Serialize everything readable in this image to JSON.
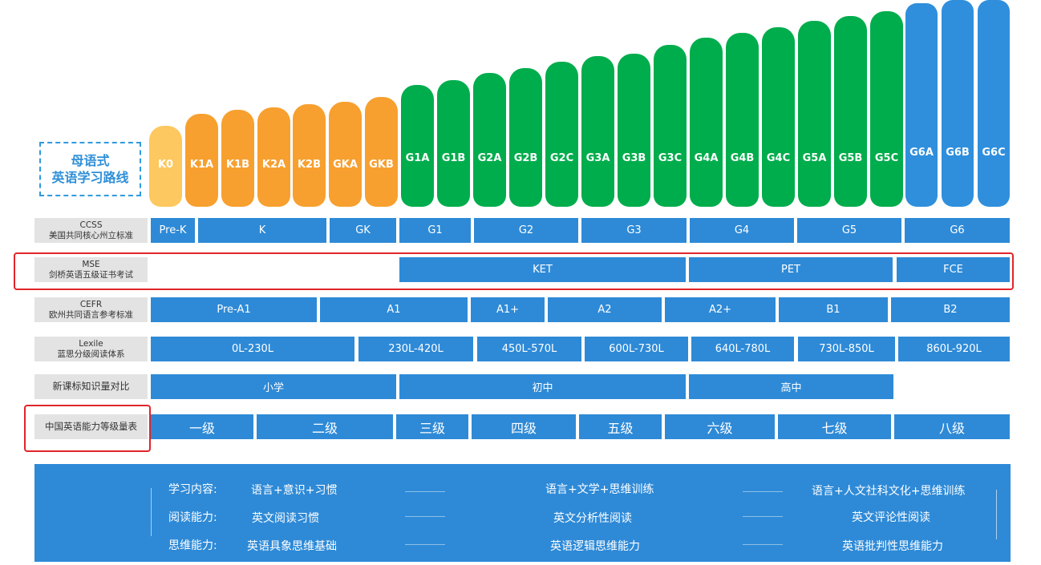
{
  "title": {
    "line1": "母语式",
    "line2": "英语学习路线"
  },
  "colors": {
    "yellow": "#fdc85f",
    "orange": "#f7a02f",
    "green": "#00ad4c",
    "blue": "#2f8fdc",
    "cell": "#2e8ad7",
    "red": "#e0252a"
  },
  "levels": [
    {
      "label": "K0",
      "color": "yellow"
    },
    {
      "label": "K1A",
      "color": "orange"
    },
    {
      "label": "K1B",
      "color": "orange"
    },
    {
      "label": "K2A",
      "color": "orange"
    },
    {
      "label": "K2B",
      "color": "orange"
    },
    {
      "label": "GKA",
      "color": "orange"
    },
    {
      "label": "GKB",
      "color": "orange"
    },
    {
      "label": "G1A",
      "color": "green"
    },
    {
      "label": "G1B",
      "color": "green"
    },
    {
      "label": "G2A",
      "color": "green"
    },
    {
      "label": "G2B",
      "color": "green"
    },
    {
      "label": "G2C",
      "color": "green"
    },
    {
      "label": "G3A",
      "color": "green"
    },
    {
      "label": "G3B",
      "color": "green"
    },
    {
      "label": "G3C",
      "color": "green"
    },
    {
      "label": "G4A",
      "color": "green"
    },
    {
      "label": "G4B",
      "color": "green"
    },
    {
      "label": "G4C",
      "color": "green"
    },
    {
      "label": "G5A",
      "color": "green"
    },
    {
      "label": "G5B",
      "color": "green"
    },
    {
      "label": "G5C",
      "color": "green"
    },
    {
      "label": "G6A",
      "color": "blue"
    },
    {
      "label": "G6B",
      "color": "blue"
    },
    {
      "label": "G6C",
      "color": "blue"
    }
  ],
  "rows": {
    "ccss": {
      "label1": "CCSS",
      "label2": "美国共同核心州立标准",
      "cells": [
        "Pre-K",
        "K",
        "GK",
        "G1",
        "G2",
        "G3",
        "G4",
        "G5",
        "G6"
      ]
    },
    "mse": {
      "label1": "MSE",
      "label2": "剑桥英语五级证书考试",
      "cells": [
        "KET",
        "PET",
        "FCE"
      ]
    },
    "cefr": {
      "label1": "CEFR",
      "label2": "欧州共同语言参考标准",
      "cells": [
        "Pre-A1",
        "A1",
        "A1+",
        "A2",
        "A2+",
        "B1",
        "B2"
      ]
    },
    "lexile": {
      "label1": "Lexile",
      "label2": "蓝思分级阅读体系",
      "cells": [
        "0L-230L",
        "230L-420L",
        "450L-570L",
        "600L-730L",
        "640L-780L",
        "730L-850L",
        "860L-920L"
      ]
    },
    "curriculum": {
      "label1": "新课标知识量对比",
      "cells": [
        "小学",
        "初中",
        "高中"
      ]
    },
    "china": {
      "label1": "中国英语能力等级量表",
      "cells": [
        "一级",
        "二级",
        "三级",
        "四级",
        "五级",
        "六级",
        "七级",
        "八级"
      ]
    }
  },
  "panel": {
    "headings": [
      "学习内容:",
      "阅读能力:",
      "思维能力:"
    ],
    "stage1": [
      "语言+意识+习惯",
      "英文阅读习惯",
      "英语具象思维基础"
    ],
    "stage2": [
      "语言+文学+思维训练",
      "英文分析性阅读",
      "英语逻辑思维能力"
    ],
    "stage3": [
      "语言+人文社科文化+思维训练",
      "英文评论性阅读",
      "英语批判性思维能力"
    ]
  }
}
